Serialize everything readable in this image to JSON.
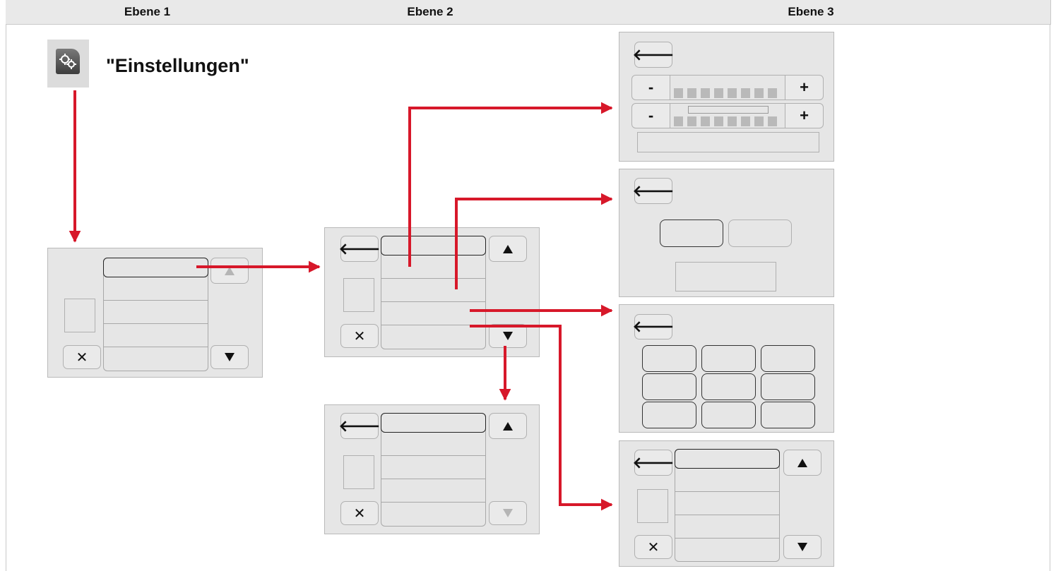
{
  "header": {
    "col1": "Ebene 1",
    "col2": "Ebene 2",
    "col3": "Ebene 3"
  },
  "settings": {
    "title": "\"Einstellungen\"",
    "icon": "settings-gears-icon"
  },
  "glyphs": {
    "back": "🡐",
    "close": "✕",
    "minus": "-",
    "plus": "+"
  },
  "colors": {
    "arrow": "#d7182a",
    "panel": "#e6e6e6",
    "header": "#e9e9e9"
  }
}
